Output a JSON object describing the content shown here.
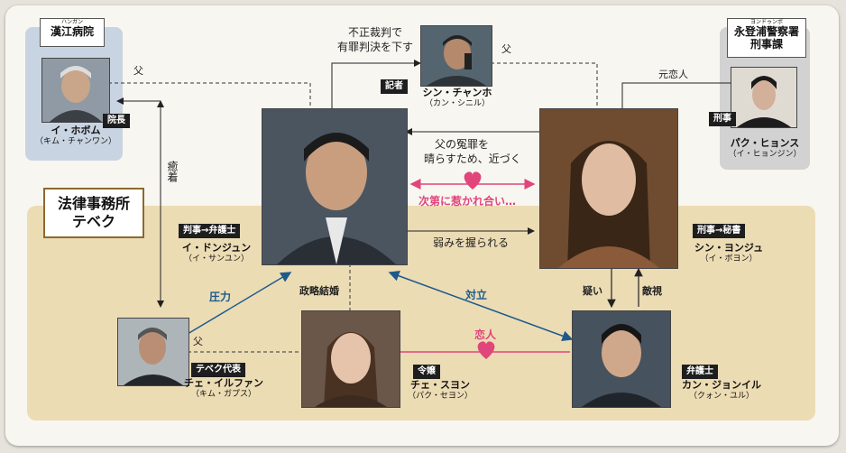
{
  "groups": {
    "hospital": {
      "ruby": "ハンガン",
      "name": "漢江病院"
    },
    "police": {
      "ruby": "ヨンドゥンポ",
      "name_line1": "永登浦警察署",
      "name_line2": "刑事課"
    },
    "firm": {
      "line1": "法律事務所",
      "line2": "テベク"
    }
  },
  "characters": {
    "lee_hobom": {
      "tag": "院長",
      "name": "イ・ホボム",
      "actor": "（キム・チャンワン）"
    },
    "shin_changho": {
      "tag": "記者",
      "name": "シン・チャンホ",
      "actor": "（カン・シニル）"
    },
    "park_hyunsu": {
      "tag": "刑事",
      "name": "パク・ヒョンス",
      "actor": "（イ・ヒョンジン）"
    },
    "lee_dongjun": {
      "tag": "判事→弁護士",
      "name": "イ・ドンジュン",
      "actor": "（イ・サンユン）"
    },
    "shin_yeongju": {
      "tag": "刑事→秘書",
      "name": "シン・ヨンジュ",
      "actor": "（イ・ボヨン）"
    },
    "choi_ilhwan": {
      "tag": "テベク代表",
      "name": "チェ・イルファン",
      "actor": "（キム・ガプス）"
    },
    "choi_suyeon": {
      "tag": "令嬢",
      "name": "チェ・スヨン",
      "actor": "（パク・セヨン）"
    },
    "kang_jeongil": {
      "tag": "弁護士",
      "name": "カン・ジョンイル",
      "actor": "（クォン・ユル）"
    }
  },
  "relations": {
    "father_left": "父",
    "father_top": "父",
    "father_bottom": "父",
    "unjust_line1": "不正裁判で",
    "unjust_line2": "有罪判決を下す",
    "ex_lover": "元恋人",
    "collusion": "癒着",
    "approach_line1": "父の冤罪を",
    "approach_line2": "晴らすため、近づく",
    "attraction": "次第に惹かれ合い…",
    "weakness": "弱みを握られる",
    "pressure": "圧力",
    "marriage": "政略結婚",
    "conflict": "対立",
    "lovers": "恋人",
    "doubt": "疑い",
    "hostility": "敵視"
  },
  "colors": {
    "pink": "#e0457b",
    "blue": "#1d5a8c",
    "band": "#ecdcb4",
    "hospital_box": "#c9d4e2",
    "police_box": "#d2d2d2"
  }
}
